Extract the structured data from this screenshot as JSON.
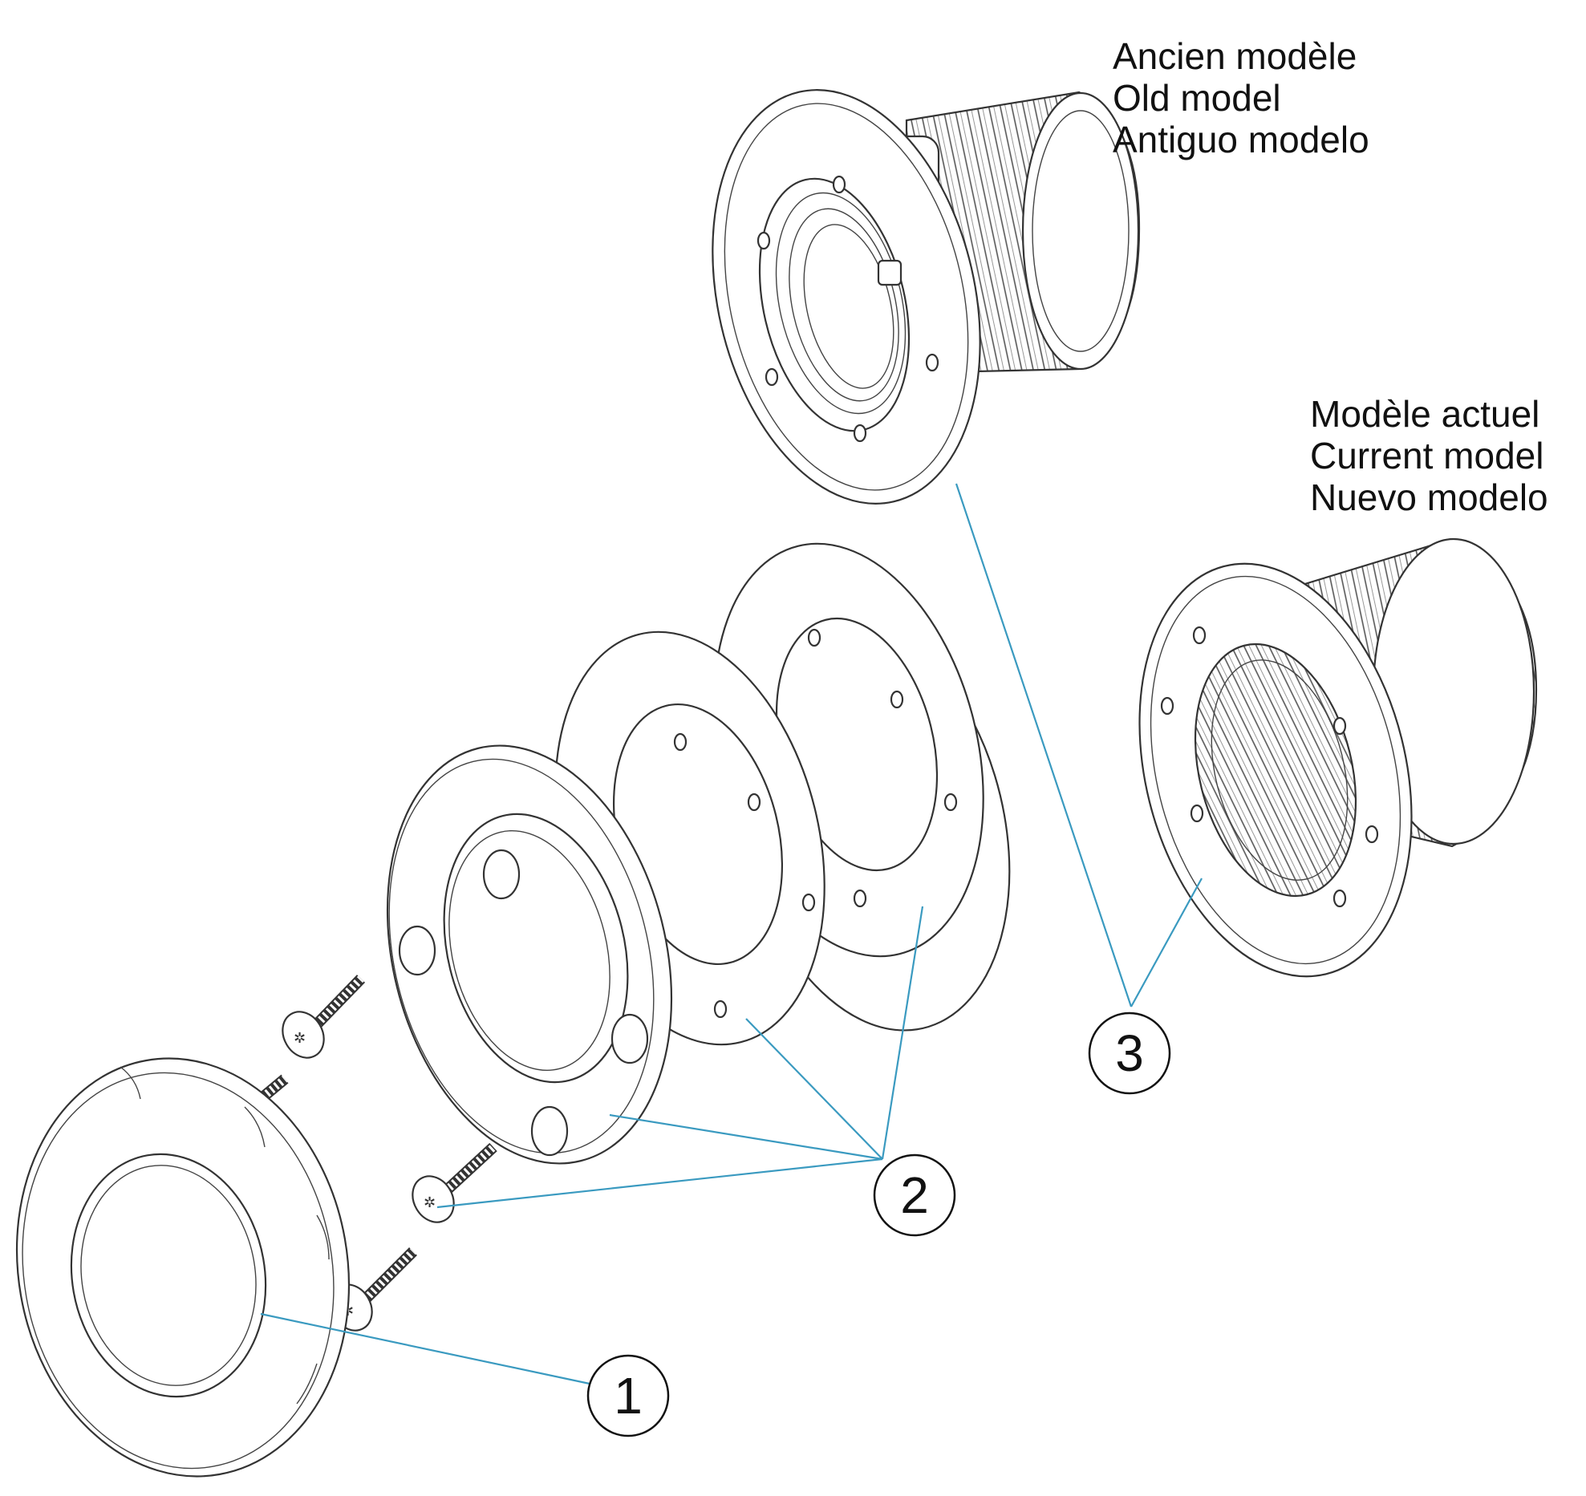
{
  "labels": {
    "old_model": [
      "Ancien modèle",
      "Old model",
      "Antiguo modelo"
    ],
    "current_model": [
      "Modèle actuel",
      "Current model",
      "Nuevo modelo"
    ]
  },
  "callouts": [
    "1",
    "2",
    "3"
  ],
  "colors": {
    "leader": "#3a9ac0",
    "line": "#333333"
  }
}
